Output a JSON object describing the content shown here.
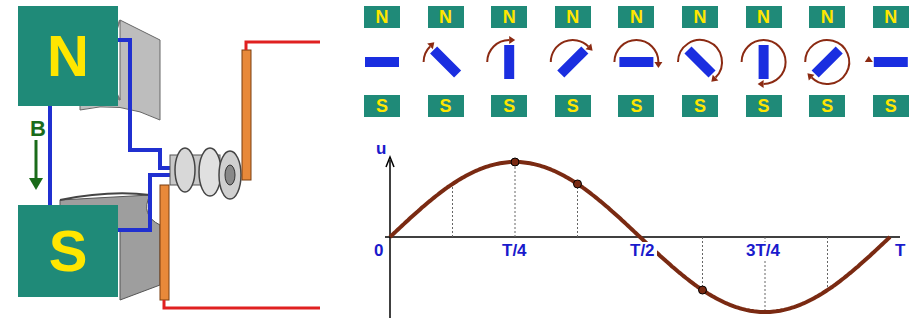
{
  "diagram": {
    "nodes": [
      {
        "text": [
          "N"
        ]
      },
      {
        "text": [
          "S"
        ]
      },
      {
        "text": [
          "N"
        ]
      },
      {
        "text": [
          "N"
        ]
      },
      {
        "text": [
          "N"
        ]
      },
      {
        "text": [
          "N"
        ]
      },
      {
        "text": [
          "N"
        ]
      },
      {
        "text": [
          "N"
        ]
      },
      {
        "text": [
          "N"
        ]
      },
      {
        "text": [
          "N"
        ]
      },
      {
        "text": [
          "N"
        ]
      },
      {
        "text": [
          "S"
        ]
      },
      {
        "text": [
          "S"
        ]
      },
      {
        "text": [
          "S"
        ]
      },
      {
        "text": [
          "S"
        ]
      },
      {
        "text": [
          "S"
        ]
      },
      {
        "text": [
          "S"
        ]
      },
      {
        "text": [
          "S"
        ]
      },
      {
        "text": [
          "S"
        ]
      },
      {
        "text": [
          "S"
        ]
      }
    ],
    "labels": [
      "B",
      "u",
      "0",
      "T/4",
      "T/2",
      "3T/4",
      "T"
    ]
  }
}
